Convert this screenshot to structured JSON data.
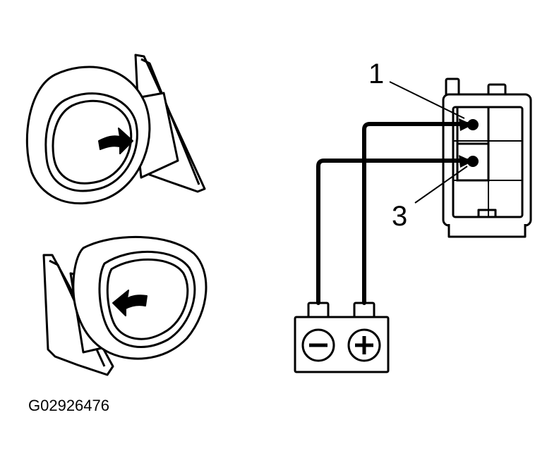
{
  "labels": {
    "pin_top": "1",
    "pin_bottom": "3",
    "figure_code": "G02926476"
  },
  "colors": {
    "ink": "#000000",
    "paper": "#ffffff"
  },
  "icons": {
    "battery_negative": "minus-icon",
    "battery_positive": "plus-icon",
    "mirror_arrow_top": "curved-arrow-right-icon",
    "mirror_arrow_bottom": "curved-arrow-left-icon"
  }
}
